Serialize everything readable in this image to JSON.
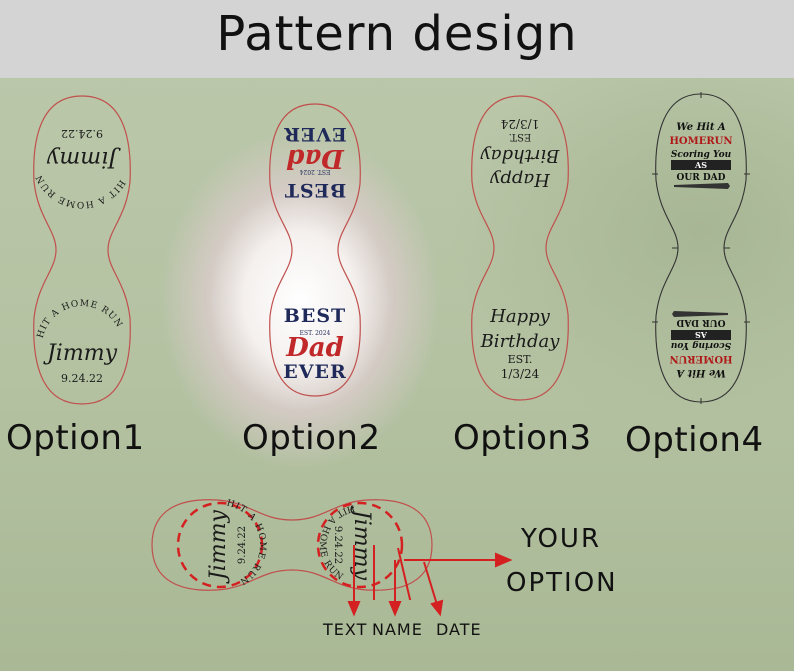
{
  "title": "Pattern design",
  "options": [
    {
      "label": "Option1",
      "top": {
        "arc": "HIT A HOME RUN",
        "name": "Jimmy",
        "date": "9.24.22"
      },
      "bottom": {
        "arc": "HIT A HOME RUN",
        "name": "Jimmy",
        "date": "9.24.22"
      }
    },
    {
      "label": "Option2",
      "top": {
        "l1": "BEST",
        "est": "EST. 2024",
        "script": "Dad",
        "l3": "EVER"
      },
      "bottom": {
        "l1": "BEST",
        "est": "EST. 2024",
        "script": "Dad",
        "l3": "EVER"
      }
    },
    {
      "label": "Option3",
      "top": {
        "l1": "Happy",
        "l2": "Birthday",
        "est": "EST.",
        "date": "1/3/24"
      },
      "bottom": {
        "l1": "Happy",
        "l2": "Birthday",
        "est": "EST.",
        "date": "1/3/24"
      }
    },
    {
      "label": "Option4",
      "top": {
        "l1": "We Hit A",
        "l2": "HOMERUN",
        "l3": "Scoring You",
        "l4": "AS",
        "l5": "OUR DAD"
      },
      "bottom": {
        "l1": "We Hit A",
        "l2": "HOMERUN",
        "l3": "Scoring You",
        "l4": "AS",
        "l5": "OUR DAD"
      }
    }
  ],
  "custom": {
    "left": {
      "arc": "HIT A HOME RUN",
      "name": "Jimmy",
      "date": "9.24.22"
    },
    "right": {
      "arc": "HIT A HOME RUN",
      "name": "Jimmy",
      "date": "9.24.22"
    },
    "your_option_line1": "YOUR",
    "your_option_line2": "OPTION",
    "label_text": "TEXT",
    "label_name": "NAME",
    "label_date": "DATE"
  },
  "colors": {
    "outline": "#c0504d",
    "dashed": "#d42020",
    "navy": "#1f2a5a",
    "red_script": "#c0282a",
    "ink": "#1a1a1a"
  }
}
